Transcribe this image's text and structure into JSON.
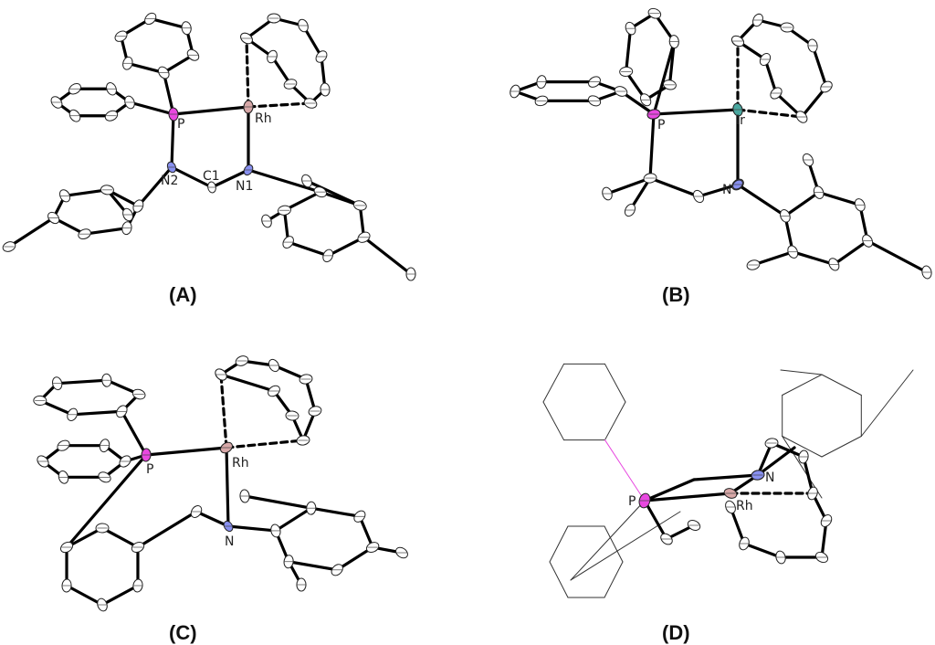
{
  "figure": {
    "panels": [
      {
        "id": "A",
        "caption": "(A)",
        "metal": "Rh",
        "labels": {
          "P": "P",
          "M": "Rh",
          "N2": "N2",
          "C1": "C1",
          "N1": "N1"
        }
      },
      {
        "id": "B",
        "caption": "(B)",
        "metal": "Ir",
        "labels": {
          "P": "P",
          "M": "Ir",
          "N": "N"
        }
      },
      {
        "id": "C",
        "caption": "(C)",
        "metal": "Rh",
        "labels": {
          "P": "P",
          "M": "Rh",
          "N": "N"
        }
      },
      {
        "id": "D",
        "caption": "(D)",
        "metal": "Rh",
        "labels": {
          "P": "P",
          "N": "N",
          "M": "Rh"
        }
      }
    ],
    "colors": {
      "P": "#e848e0",
      "Rh": "#d8a8a8",
      "Ir": "#4aa8a0",
      "N": "#8890f0",
      "C": "#ffffff",
      "bond": "#000000"
    }
  }
}
